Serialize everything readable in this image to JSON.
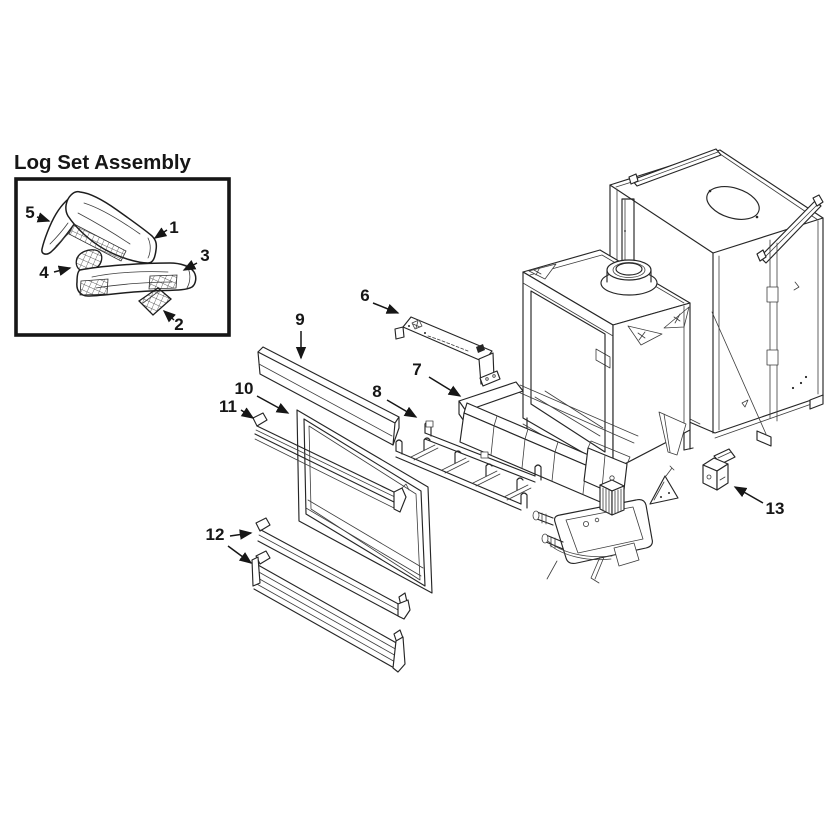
{
  "page": {
    "background": "#ffffff",
    "ink": "#1f1f1f"
  },
  "inset": {
    "title": "Log Set Assembly"
  },
  "callouts": {
    "c1": "1",
    "c2": "2",
    "c3": "3",
    "c4": "4",
    "c5": "5",
    "c6": "6",
    "c7": "7",
    "c8": "8",
    "c9": "9",
    "c10": "10",
    "c11": "11",
    "c12": "12",
    "c13": "13"
  }
}
